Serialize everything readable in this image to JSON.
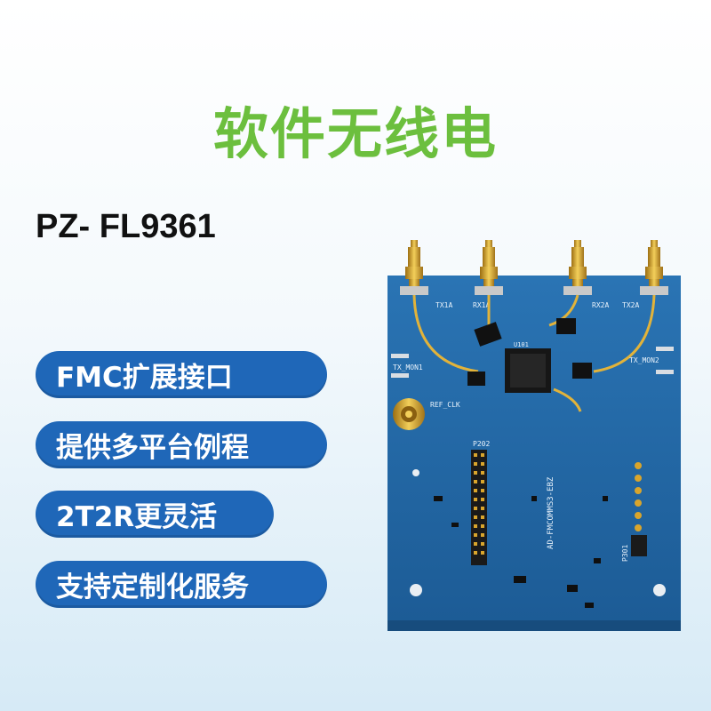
{
  "title": "软件无线电",
  "model": "PZ- FL9361",
  "features": [
    "FMC扩展接口",
    "提供多平台例程",
    "2T2R更灵活",
    "支持定制化服务"
  ],
  "board": {
    "connector_labels": [
      "TX1A",
      "RX1A",
      "RX2A",
      "TX2A"
    ],
    "ref_clk": "REF_CLK",
    "tx_mon1": "TX_MON1",
    "tx_mon2": "TX_MON2",
    "chip": "U101",
    "header": "P202",
    "silk": "AD-FMCOMMS3-EBZ",
    "port": "P301"
  },
  "colors": {
    "title": "#6cbf3e",
    "pill": "#1f67b8",
    "pcb": "#2468a6",
    "gold": "#d9a52c"
  }
}
